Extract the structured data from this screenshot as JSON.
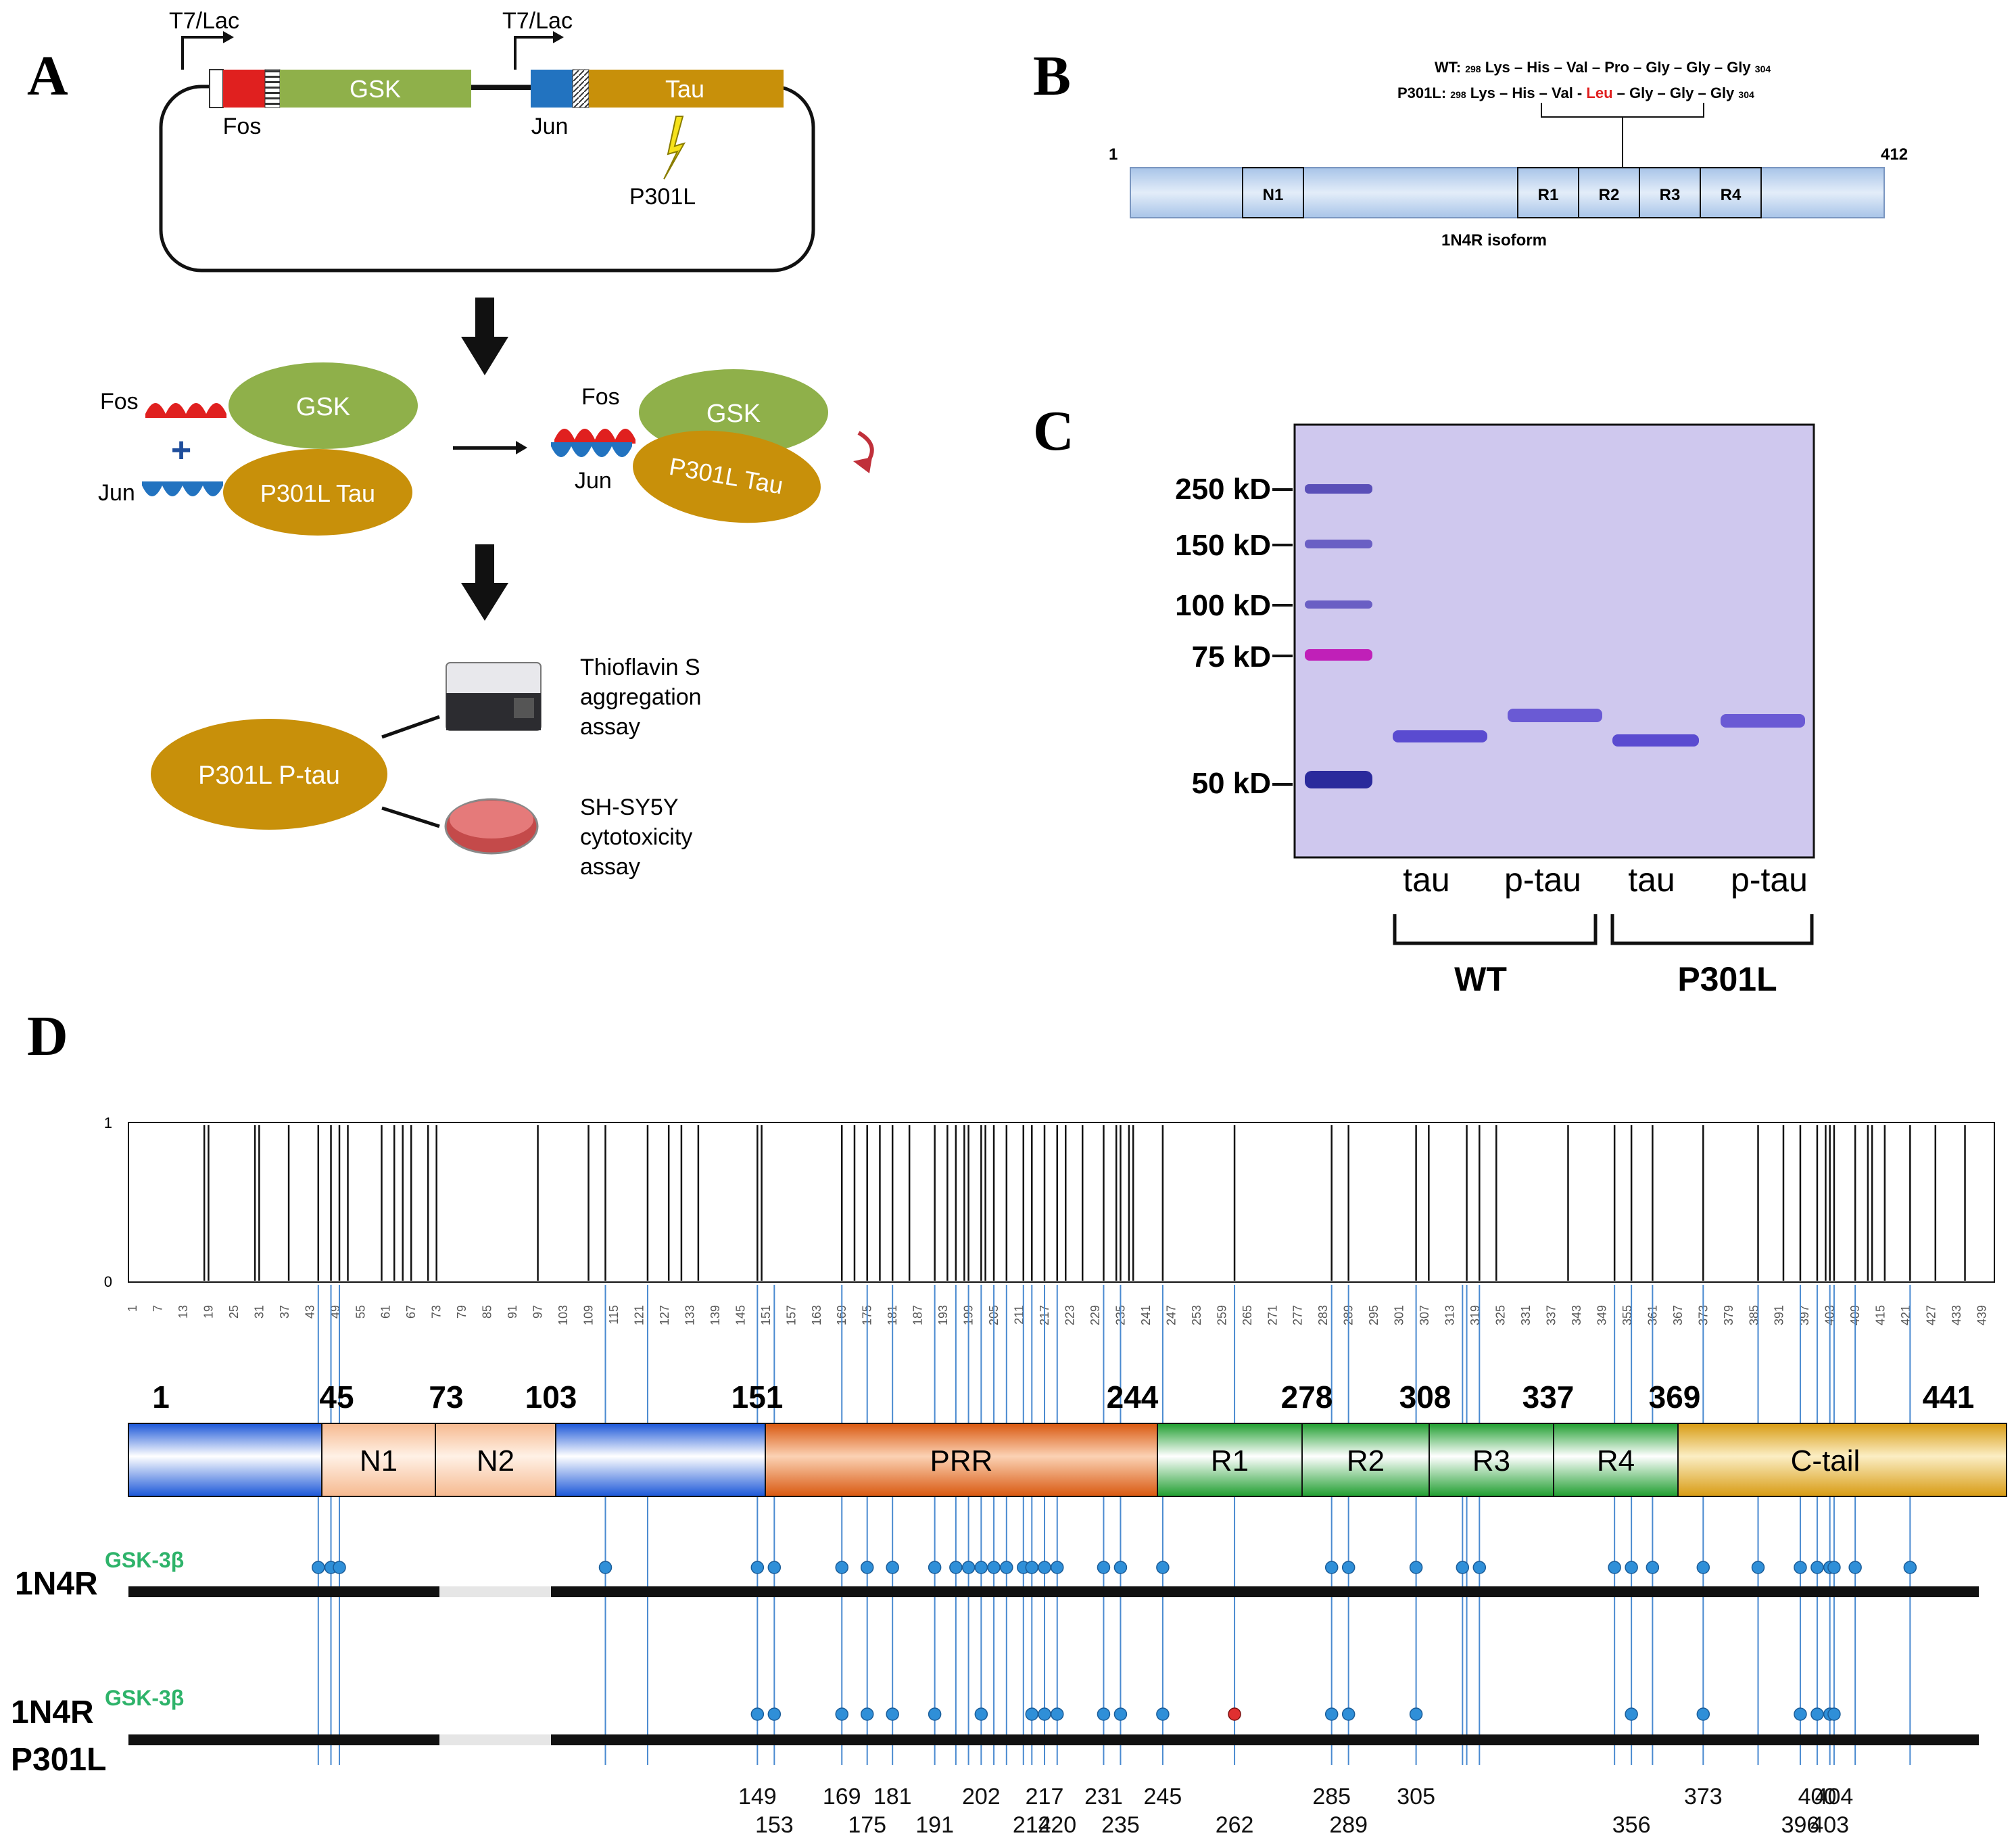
{
  "panelA": {
    "letter": "A",
    "promoter1": "T7/Lac",
    "promoter2": "T7/Lac",
    "gsk_label": "GSK",
    "tau_label": "Tau",
    "fos_label": "Fos",
    "jun_label": "Jun",
    "mutation_label": "P301L",
    "complex_fos": "Fos",
    "complex_gsk": "GSK",
    "complex_jun": "Jun",
    "complex_tau": "P301L Tau",
    "plus": "+",
    "bound_fos": "Fos",
    "bound_gsk": "GSK",
    "bound_jun": "Jun",
    "bound_tau": "P301L Tau",
    "ptau_label": "P301L P-tau",
    "assay1": [
      "Thioflavin S",
      "aggregation",
      "assay"
    ],
    "assay2": [
      "SH-SY5Y",
      "cytotoxicity",
      "assay"
    ],
    "colors": {
      "gsk": "#8fb04a",
      "tau": "#c8900a",
      "fos": "#e0201f",
      "jun": "#2273c0",
      "ptau": "#c8900a"
    }
  },
  "panelB": {
    "letter": "B",
    "start": "1",
    "end": "412",
    "wt_prefix": "WT:",
    "wt_start_num": "298",
    "wt_seq": "Lys – His – Val – Pro – Gly – Gly – Gly",
    "wt_end_num": "304",
    "mut_prefix": "P301L:",
    "mut_start_num": "298",
    "mut_seq_a": "Lys – His – Val -",
    "mut_residue": "Leu",
    "mut_seq_b": "– Gly – Gly – Gly",
    "mut_end_num": "304",
    "domains": [
      "N1",
      "R1",
      "R2",
      "R3",
      "R4"
    ],
    "isoform": "1N4R isoform"
  },
  "panelC": {
    "letter": "C",
    "markers": [
      "250 kD",
      "150 kD",
      "100 kD",
      "75 kD",
      "50 kD"
    ],
    "lanes": [
      "tau",
      "p-tau",
      "tau",
      "p-tau"
    ],
    "groups": [
      "WT",
      "P301L"
    ]
  },
  "panelD": {
    "letter": "D",
    "ymax_label": "1",
    "ymin_label": "0",
    "boundaries": [
      "1",
      "45",
      "73",
      "103",
      "151",
      "244",
      "278",
      "308",
      "337",
      "369",
      "441"
    ],
    "domains": [
      "N1",
      "N2",
      "PRR",
      "R1",
      "R2",
      "R3",
      "R4",
      "C-tail"
    ],
    "row1_label": "1N4R",
    "row1_sup": "GSK-3β",
    "row2_label": [
      "1N4R",
      "P301L"
    ],
    "row2_sup": "GSK-3β",
    "site_labels_top": [
      "149",
      "169",
      "181",
      "202",
      "217",
      "231",
      "245",
      "285",
      "305",
      "373",
      "400",
      "404"
    ],
    "site_labels_bottom": [
      "153",
      "175",
      "191",
      "214",
      "220",
      "235",
      "262",
      "289",
      "356",
      "396",
      "403"
    ],
    "highlight_site": "262",
    "highlight_color": "#e03030"
  },
  "chart_data": {
    "type": "bar",
    "title": "",
    "xlabel": "",
    "ylabel": "",
    "ylim": [
      0,
      1
    ],
    "xlim": [
      1,
      441
    ],
    "x_tick_step": 6,
    "positions_value_1": [
      18,
      19,
      30,
      31,
      38,
      45,
      48,
      50,
      52,
      60,
      63,
      65,
      67,
      71,
      73,
      97,
      109,
      113,
      123,
      128,
      131,
      135,
      149,
      150,
      169,
      172,
      175,
      178,
      181,
      185,
      191,
      194,
      196,
      198,
      199,
      202,
      203,
      205,
      208,
      212,
      214,
      217,
      220,
      222,
      226,
      231,
      234,
      235,
      237,
      238,
      245,
      262,
      285,
      289,
      305,
      308,
      317,
      320,
      324,
      341,
      352,
      356,
      361,
      373,
      386,
      392,
      396,
      400,
      402,
      403,
      404,
      409,
      412,
      413,
      416,
      422,
      428,
      435
    ],
    "values_at_positions": 1
  }
}
